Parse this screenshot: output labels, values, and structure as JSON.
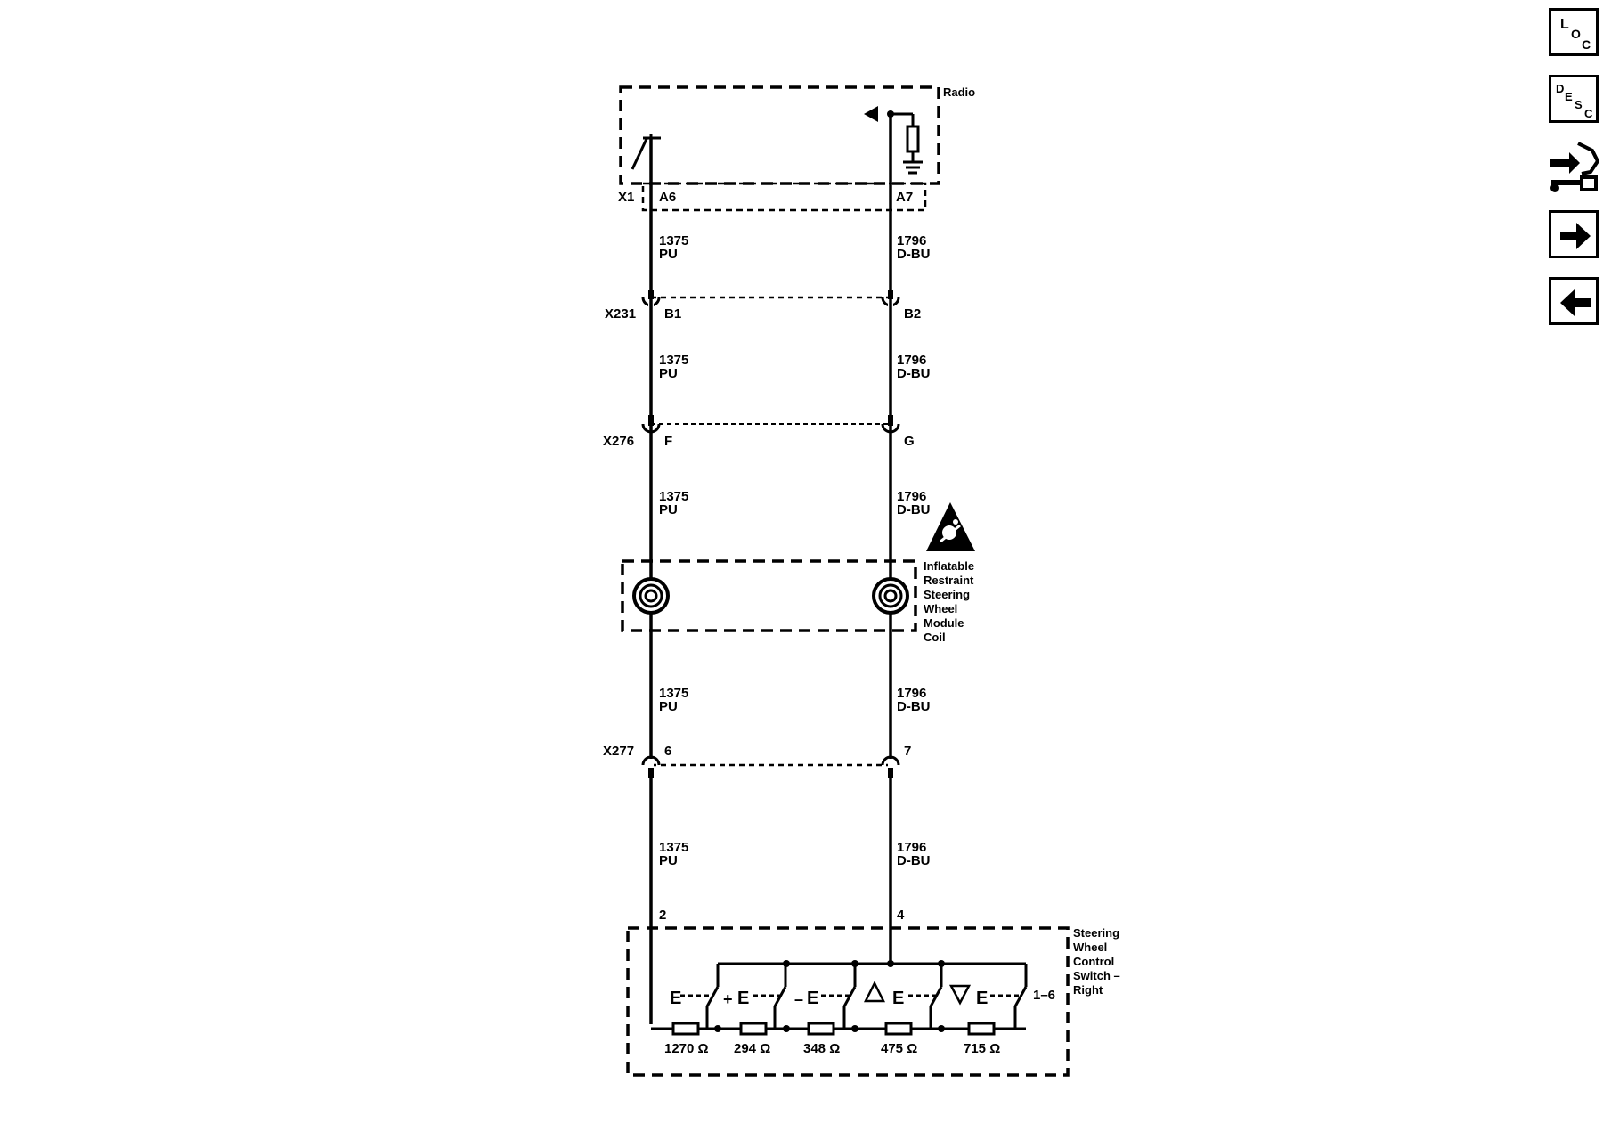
{
  "nav": {
    "loc": {
      "big": "L",
      "mid": "O",
      "small": "C"
    },
    "desc": {
      "big": "D",
      "mid": "E",
      "sm": "S",
      "small": "C"
    }
  },
  "radio": {
    "label": "Radio"
  },
  "connectors": {
    "x1": {
      "id": "X1",
      "left_pin": "A6",
      "right_pin": "A7"
    },
    "x231": {
      "id": "X231",
      "left_pin": "B1",
      "right_pin": "B2"
    },
    "x276": {
      "id": "X276",
      "left_pin": "F",
      "right_pin": "G"
    },
    "x277": {
      "id": "X277",
      "left_pin": "6",
      "right_pin": "7"
    }
  },
  "wires": {
    "left": {
      "circuit": "1375",
      "color": "PU"
    },
    "right": {
      "circuit": "1796",
      "color": "D-BU"
    }
  },
  "coil": {
    "label_lines": [
      "Inflatable",
      "Restraint",
      "Steering",
      "Wheel",
      "Module",
      "Coil"
    ]
  },
  "switch": {
    "label_lines": [
      "Steering",
      "Wheel",
      "Control",
      "Switch –",
      "Right"
    ],
    "left_pin": "2",
    "right_pin": "4",
    "range_label": "1–6",
    "resistors": [
      "1270 Ω",
      "294 Ω",
      "348 Ω",
      "475 Ω",
      "715 Ω"
    ],
    "symbols": [
      "E",
      "+",
      "E",
      "–",
      "E",
      "E",
      "E"
    ]
  }
}
